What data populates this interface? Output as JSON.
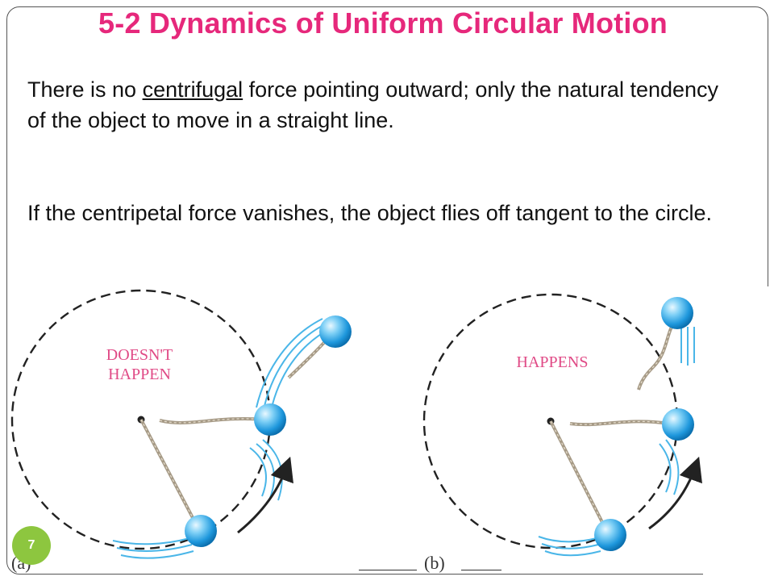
{
  "slide": {
    "title": "5-2 Dynamics of Uniform Circular Motion",
    "para1": {
      "before": "There is no ",
      "underlined": "centrifugal",
      "after": " force pointing outward; only the natural tendency of the object to move in a straight line."
    },
    "para2": "If the centripetal force vanishes, the object flies off tangent to the circle.",
    "page_number": "7"
  },
  "figure": {
    "panel_a": {
      "label_line1": "DOESN'T",
      "label_line2": "HAPPEN",
      "caption": "(a)"
    },
    "panel_b": {
      "label": "HAPPENS",
      "caption": "(b)"
    }
  },
  "colors": {
    "title": "#e6287b",
    "label": "#e04a86",
    "ball": "#2ea7e6",
    "motion_lines": "#4ab6e8",
    "badge": "#8dc63f"
  }
}
